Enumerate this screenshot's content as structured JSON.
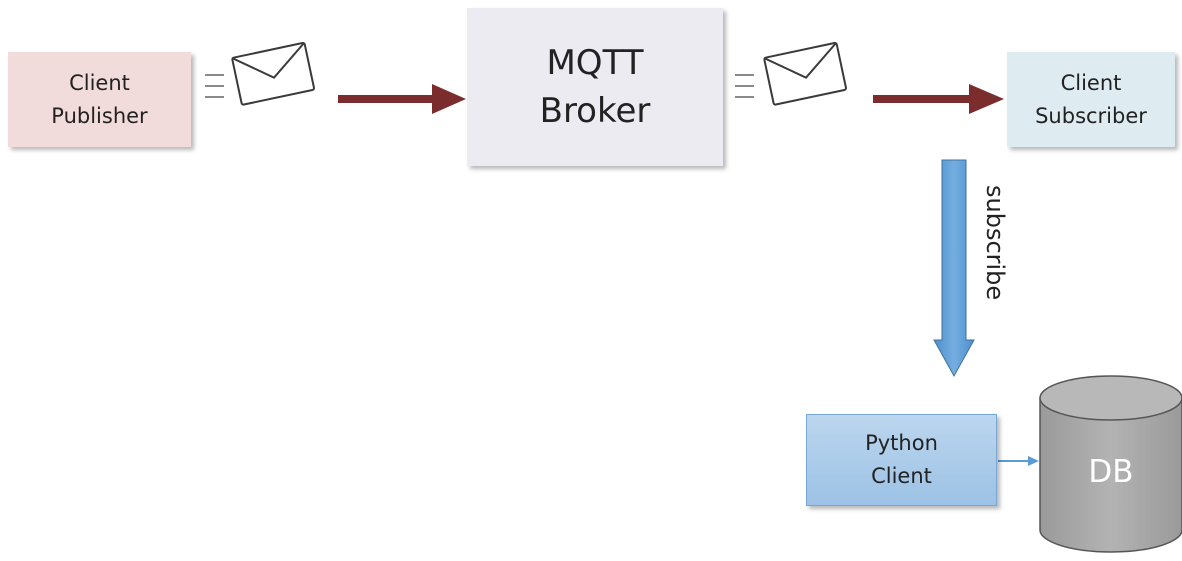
{
  "nodes": {
    "publisher": {
      "lines": [
        "Client",
        "Publisher"
      ]
    },
    "broker": {
      "lines": [
        "MQTT",
        "Broker"
      ]
    },
    "subscriber": {
      "lines": [
        "Client",
        "Subscriber"
      ]
    },
    "python_client": {
      "lines": [
        "Python",
        "Client"
      ]
    },
    "database": {
      "label": "DB"
    }
  },
  "edges": {
    "subscribe_label": "subscribe"
  },
  "colors": {
    "publisher_fill": "#f2dcdb",
    "broker_fill": "#edebf2",
    "subscriber_fill": "#deebf0",
    "python_fill": "#9cc2e5",
    "db_fill": "#a6a6a6",
    "message_arrow": "#7b2c2c",
    "subscribe_arrow": "#5b9bd5"
  },
  "icons": [
    "envelope-icon",
    "speed-lines-icon",
    "database-icon"
  ]
}
